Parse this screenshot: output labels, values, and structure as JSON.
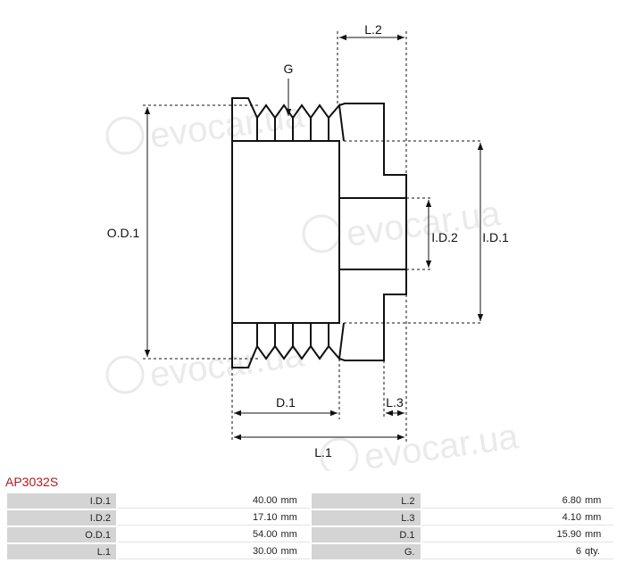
{
  "diagram": {
    "labels": {
      "l2": "L.2",
      "g": "G",
      "od1": "O.D.1",
      "id2": "I.D.2",
      "id1": "I.D.1",
      "d1": "D.1",
      "l3": "L.3",
      "l1": "L.1"
    },
    "watermark": "evocar.ua"
  },
  "part": {
    "number": "AP3032S"
  },
  "specs": [
    [
      {
        "label": "I.D.1",
        "value": "40.00",
        "unit": "mm"
      },
      {
        "label": "L.2",
        "value": "6.80",
        "unit": "mm"
      }
    ],
    [
      {
        "label": "I.D.2",
        "value": "17.10",
        "unit": "mm"
      },
      {
        "label": "L.3",
        "value": "4.10",
        "unit": "mm"
      }
    ],
    [
      {
        "label": "O.D.1",
        "value": "54.00",
        "unit": "mm"
      },
      {
        "label": "D.1",
        "value": "15.90",
        "unit": "mm"
      }
    ],
    [
      {
        "label": "L.1",
        "value": "30.00",
        "unit": "mm"
      },
      {
        "label": "G.",
        "value": "6",
        "unit": "qty."
      }
    ]
  ]
}
